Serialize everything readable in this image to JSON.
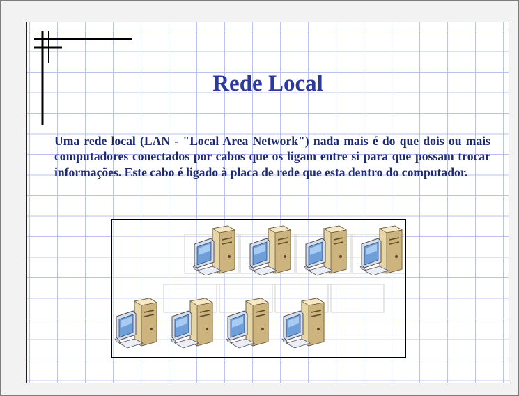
{
  "slide": {
    "title": "Rede Local",
    "paragraph": {
      "link_text": "Uma rede local",
      "rest": " (LAN - \"Local Area Network\") nada mais é do que dois ou mais computadores conectados por cabos que os ligam entre si para que possam trocar informações. Este cabo é ligado à placa de rede que esta dentro do computador."
    }
  },
  "network_diagram": {
    "top_row_count": 4,
    "bottom_row_count": 4,
    "icon": "desktop-computer-icon"
  },
  "colors": {
    "title": "#2b3a9e",
    "text": "#1f2a73",
    "grid": "#b9c3ee"
  }
}
